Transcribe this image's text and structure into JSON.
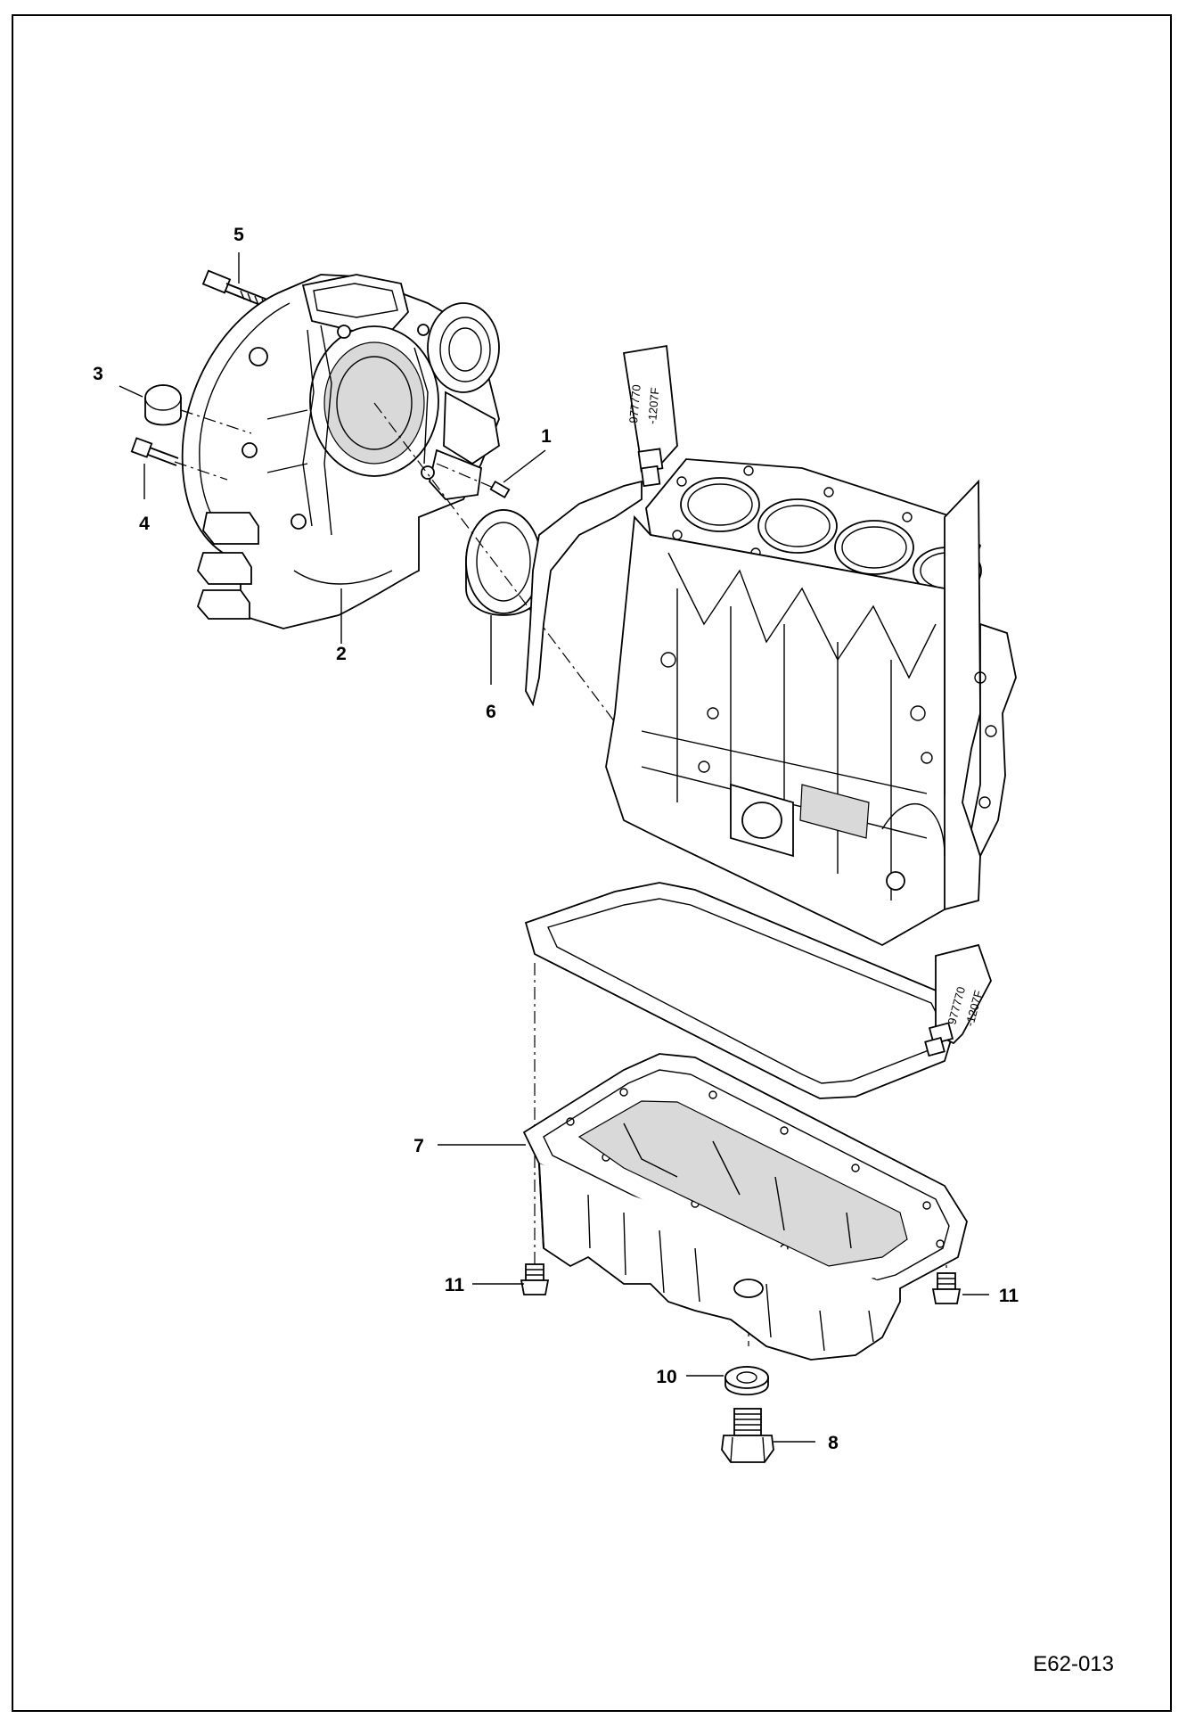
{
  "callouts": {
    "c1": "1",
    "c2": "2",
    "c3": "3",
    "c4": "4",
    "c5": "5",
    "c6": "6",
    "c7": "7",
    "c8": "8",
    "c10": "10",
    "c11_left": "11",
    "c11_right": "11"
  },
  "sealant_tube_top": {
    "line1": "977770",
    "line2": "-1207F"
  },
  "sealant_tube_bottom": {
    "line1": "977770",
    "line2": "-1207F"
  },
  "figure_code": "E62-013"
}
